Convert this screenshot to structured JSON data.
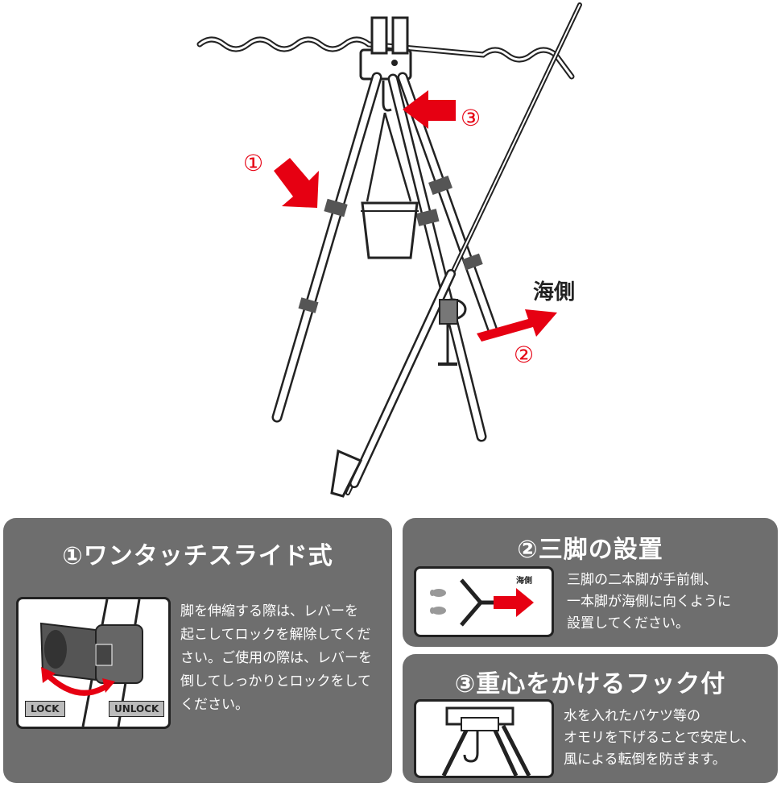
{
  "illustration": {
    "marker_1": "①",
    "marker_2": "②",
    "marker_3": "③",
    "sea_side": "海側"
  },
  "panel_slide": {
    "title": "①ワンタッチスライド式",
    "lines": [
      "脚を伸縮する際は、レバーを",
      "起こしてロックを解除してくだ",
      "さい。ご使用の際は、レバーを",
      "倒してしっかりとロックをして",
      "ください。"
    ],
    "lock_label": "LOCK",
    "unlock_label": "UNLOCK"
  },
  "panel_tripod": {
    "title": "②三脚の設置",
    "lines": [
      "三脚の二本脚が手前側、",
      "一本脚が海側に向くように",
      "設置してください。"
    ],
    "sea_side": "海側"
  },
  "panel_hook": {
    "title": "③重心をかけるフック付",
    "lines": [
      "水を入れたバケツ等の",
      "オモリを下げることで安定し、",
      "風による転倒を防ぎます。"
    ]
  },
  "colors": {
    "panel": "#6e6e6e",
    "accent_red": "#e60012",
    "line": "#222222"
  }
}
